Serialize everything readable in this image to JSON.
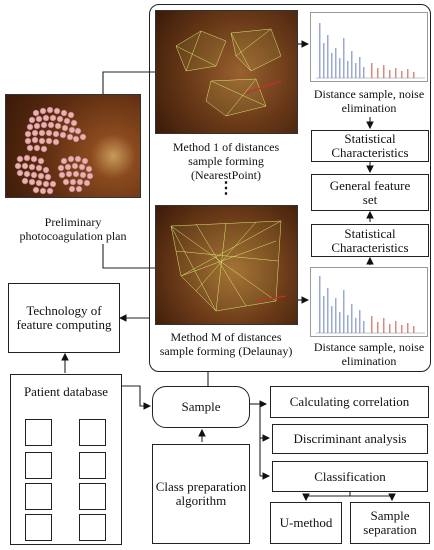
{
  "nodes": {
    "prelim": "Preliminary photocoagulation plan",
    "method1": "Method 1 of distances sample forming (NearestPoint)",
    "methodM": "Method M of distances sample forming (Delaunay)",
    "dots": "⋮",
    "dist1": "Distance sample, noise elimination",
    "distM": "Distance sample, noise elimination",
    "stat1": "Statistical Characteristics",
    "stat2": "Statistical Characteristics",
    "general": "General feature set",
    "tech": "Technology of feature computing",
    "patient": "Patient database",
    "sample": "Sample",
    "classprep": "Class preparation algorithm",
    "corr": "Calculating correlation",
    "discr": "Discriminant analysis",
    "classif": "Classification",
    "umethod": "U-method",
    "separation": "Sample separation"
  },
  "colors": {
    "retina": "#8a4a1e",
    "laser": "#e8b0b0",
    "mesh": "#d8e870",
    "barBlue": "#9aa8d8",
    "barRed": "#d88a80"
  }
}
